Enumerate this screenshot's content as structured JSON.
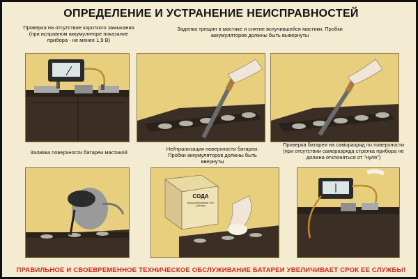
{
  "poster": {
    "title": "ОПРЕДЕЛЕНИЕ И УСТРАНЕНИЕ НЕИСПРАВНОСТЕЙ",
    "footer": "ПРАВИЛЬНОЕ И СВОЕВРЕМЕННОЕ ТЕХНИЧЕСКОЕ ОБСЛУЖИВАНИЕ БАТАРЕИ УВЕЛИЧИВАЕТ СРОК ЕЕ СЛУЖБЫ!",
    "captions": {
      "short_circuit_check": "Проверка на отсутствие короткого замыкания (при исправном аккумуляторе показание прибора - не менее 1,9 В)",
      "mastic_cracks": "Заделка трещин в мастике и снятие вспучившейся мастики. Пробки аккумуляторов должны быть вывернуты",
      "mastic_fill": "Заливка поверхности батареи мастикой",
      "neutralization": "Нейтрализация поверхности батареи. Пробки аккумуляторов должны быть ввернуты",
      "self_discharge": "Проверка батареи на саморазряд по поверхности (при отсутствии саморазряда стрелка прибора не должна отклоняться от \"нуля\")"
    },
    "soda_box": {
      "label": "СОДА",
      "sublabel": "кальцинированная 10% раствор"
    }
  },
  "colors": {
    "background": "#f3ecd2",
    "panel_bg": "#e7cf7e",
    "battery_dark": "#3b2e24",
    "footer_red": "#d4281c"
  }
}
